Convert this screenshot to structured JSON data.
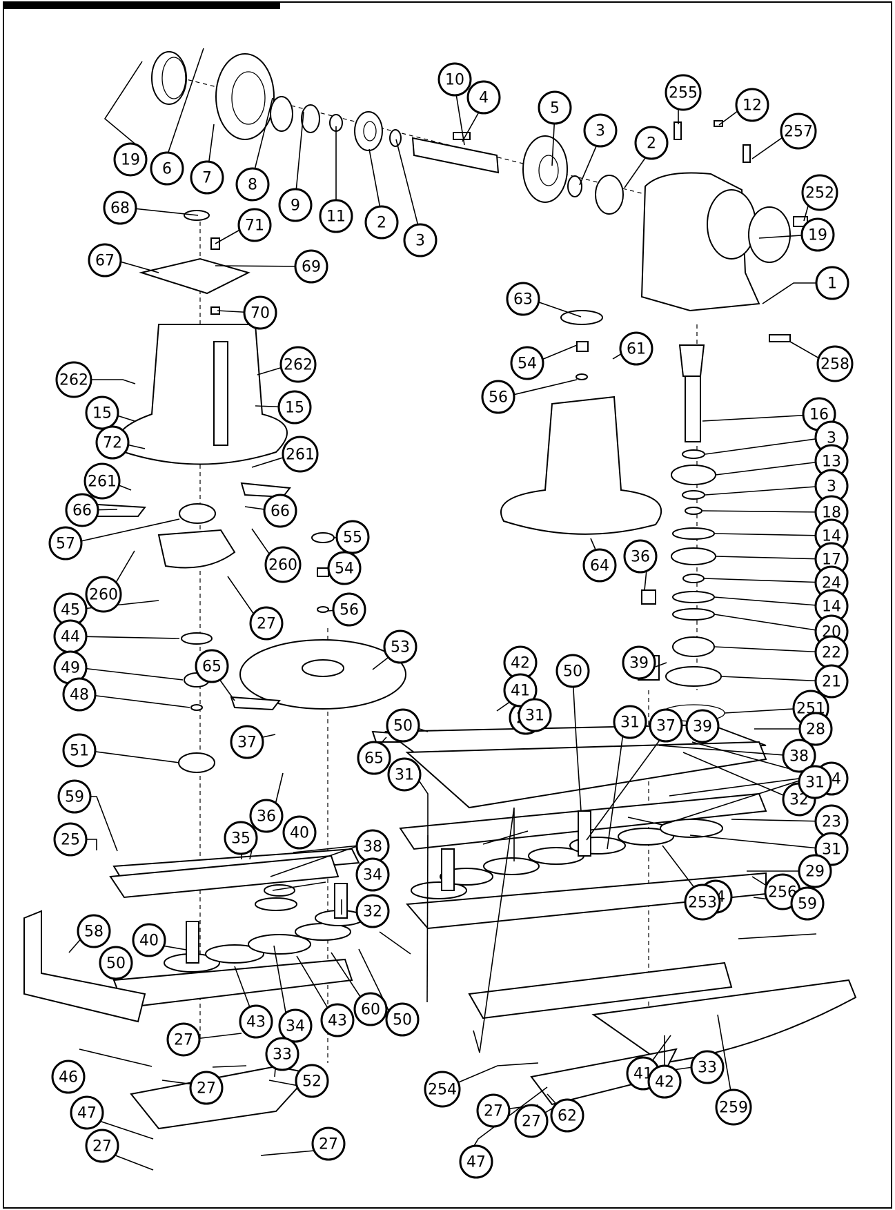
{
  "callouts": [
    {
      "label": "19"
    },
    {
      "label": "6"
    },
    {
      "label": "7"
    },
    {
      "label": "8"
    },
    {
      "label": "9"
    },
    {
      "label": "11"
    },
    {
      "label": "2"
    },
    {
      "label": "3"
    },
    {
      "label": "10"
    },
    {
      "label": "4"
    },
    {
      "label": "5"
    },
    {
      "label": "3"
    },
    {
      "label": "2"
    },
    {
      "label": "255"
    },
    {
      "label": "12"
    },
    {
      "label": "257"
    },
    {
      "label": "252"
    },
    {
      "label": "19"
    },
    {
      "label": "1"
    },
    {
      "label": "68"
    },
    {
      "label": "71"
    },
    {
      "label": "67"
    },
    {
      "label": "69"
    },
    {
      "label": "70"
    },
    {
      "label": "262"
    },
    {
      "label": "262"
    },
    {
      "label": "15"
    },
    {
      "label": "15"
    },
    {
      "label": "72"
    },
    {
      "label": "261"
    },
    {
      "label": "261"
    },
    {
      "label": "66"
    },
    {
      "label": "66"
    },
    {
      "label": "57"
    },
    {
      "label": "260"
    },
    {
      "label": "260"
    },
    {
      "label": "45"
    },
    {
      "label": "27"
    },
    {
      "label": "44"
    },
    {
      "label": "49"
    },
    {
      "label": "48"
    },
    {
      "label": "51"
    },
    {
      "label": "59"
    },
    {
      "label": "25"
    },
    {
      "label": "63"
    },
    {
      "label": "54"
    },
    {
      "label": "61"
    },
    {
      "label": "56"
    },
    {
      "label": "258"
    },
    {
      "label": "16"
    },
    {
      "label": "3"
    },
    {
      "label": "13"
    },
    {
      "label": "3"
    },
    {
      "label": "18"
    },
    {
      "label": "14"
    },
    {
      "label": "17"
    },
    {
      "label": "24"
    },
    {
      "label": "14"
    },
    {
      "label": "20"
    },
    {
      "label": "22"
    },
    {
      "label": "21"
    },
    {
      "label": "251"
    },
    {
      "label": "28"
    },
    {
      "label": "38"
    },
    {
      "label": "34"
    },
    {
      "label": "32"
    },
    {
      "label": "23"
    },
    {
      "label": "31"
    },
    {
      "label": "29"
    },
    {
      "label": "256"
    },
    {
      "label": "59"
    },
    {
      "label": "34"
    },
    {
      "label": "64"
    },
    {
      "label": "55"
    },
    {
      "label": "54"
    },
    {
      "label": "56"
    },
    {
      "label": "53"
    },
    {
      "label": "65"
    },
    {
      "label": "65"
    },
    {
      "label": "37"
    },
    {
      "label": "36"
    },
    {
      "label": "35"
    },
    {
      "label": "40"
    },
    {
      "label": "38"
    },
    {
      "label": "34"
    },
    {
      "label": "32"
    },
    {
      "label": "40"
    },
    {
      "label": "50"
    },
    {
      "label": "43"
    },
    {
      "label": "34"
    },
    {
      "label": "43"
    },
    {
      "label": "60"
    },
    {
      "label": "50"
    },
    {
      "label": "58"
    },
    {
      "label": "27"
    },
    {
      "label": "33"
    },
    {
      "label": "46"
    },
    {
      "label": "27"
    },
    {
      "label": "52"
    },
    {
      "label": "47"
    },
    {
      "label": "27"
    },
    {
      "label": "27"
    },
    {
      "label": "25"
    },
    {
      "label": "42"
    },
    {
      "label": "41"
    },
    {
      "label": "50"
    },
    {
      "label": "31"
    },
    {
      "label": "37"
    },
    {
      "label": "36"
    },
    {
      "label": "39"
    },
    {
      "label": "50"
    },
    {
      "label": "31"
    },
    {
      "label": "31"
    },
    {
      "label": "39"
    },
    {
      "label": "31"
    },
    {
      "label": "253"
    },
    {
      "label": "33"
    },
    {
      "label": "254"
    },
    {
      "label": "27"
    },
    {
      "label": "47"
    },
    {
      "label": "27"
    },
    {
      "label": "62"
    },
    {
      "label": "41"
    },
    {
      "label": "42"
    },
    {
      "label": "259"
    }
  ]
}
